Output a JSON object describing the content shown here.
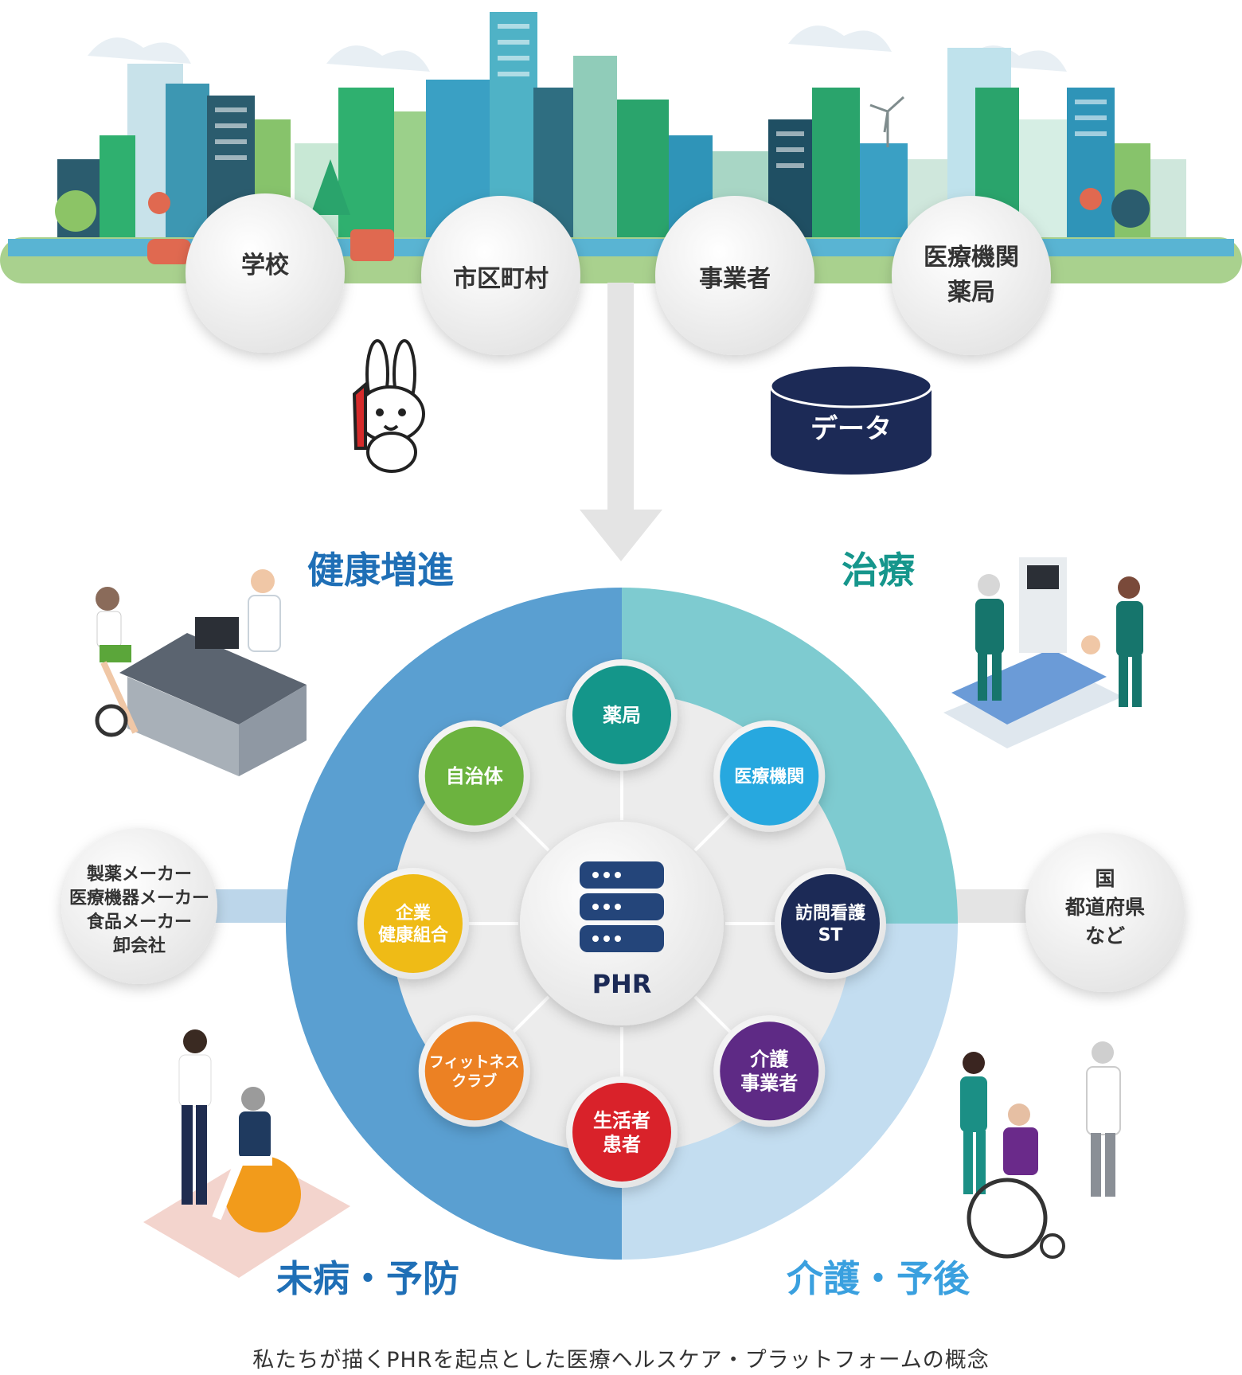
{
  "top_nodes": [
    {
      "lines": [
        "学校"
      ]
    },
    {
      "lines": [
        "市区町村"
      ]
    },
    {
      "lines": [
        "事業者"
      ]
    },
    {
      "lines": [
        "医療機関",
        "薬局"
      ]
    }
  ],
  "data_cylinder_label": "データ",
  "quadrant_titles": {
    "health_promotion": "健康増進",
    "treatment": "治療",
    "prevention": "未病・予防",
    "care": "介護・予後"
  },
  "center_label": "PHR",
  "ring_nodes": [
    {
      "lines": [
        "薬局"
      ],
      "color": "#14968a"
    },
    {
      "lines": [
        "医療機関"
      ],
      "color": "#27a8df"
    },
    {
      "lines": [
        "訪問看護",
        "ST"
      ],
      "color": "#1c2a56"
    },
    {
      "lines": [
        "介護",
        "事業者"
      ],
      "color": "#5e2a85"
    },
    {
      "lines": [
        "生活者",
        "患者"
      ],
      "color": "#d9222a"
    },
    {
      "lines": [
        "フィットネス",
        "クラブ"
      ],
      "color": "#ec8123"
    },
    {
      "lines": [
        "企業",
        "健康組合"
      ],
      "color": "#efbb16"
    },
    {
      "lines": [
        "自治体"
      ],
      "color": "#6cb33f"
    }
  ],
  "left_side_node": {
    "lines": [
      "製薬メーカー",
      "医療機器メーカー",
      "食品メーカー",
      "卸会社"
    ]
  },
  "right_side_node": {
    "lines": [
      "国",
      "都道府県",
      "など"
    ]
  },
  "colors": {
    "quadrant_health": "#5a9fd1",
    "quadrant_treatment": "#7ecbd0",
    "quadrant_care": "#c3ddf0",
    "title_blue": "#1f6fb6",
    "title_teal": "#16968c",
    "title_light": "#3aa0df",
    "navy": "#1c2a56"
  },
  "caption": "私たちが描くPHRを起点とした医療ヘルスケア・プラットフォームの概念"
}
